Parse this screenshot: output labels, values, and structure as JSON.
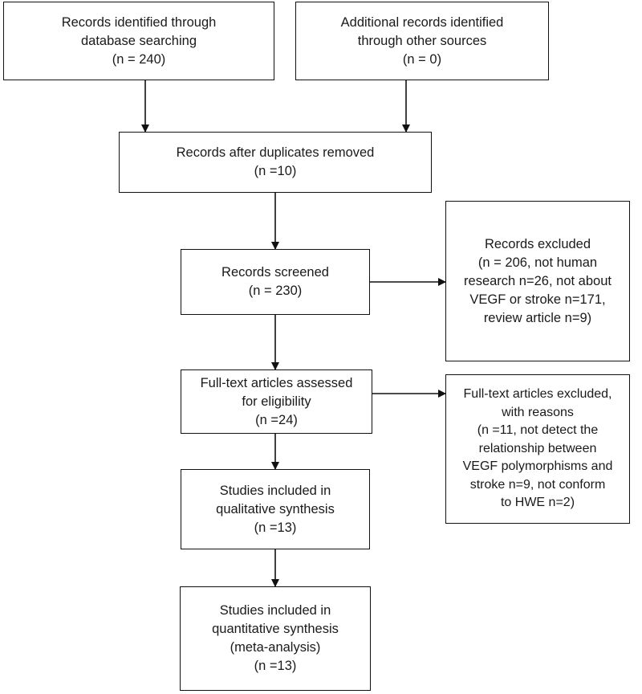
{
  "boxes": {
    "identified_db": {
      "lines": [
        "Records identified through",
        "database searching",
        "(n = 240)"
      ]
    },
    "identified_other": {
      "lines": [
        "Additional records identified",
        "through other sources",
        "(n = 0)"
      ]
    },
    "after_duplicates": {
      "lines": [
        "Records after duplicates removed",
        "(n =10)"
      ]
    },
    "screened": {
      "lines": [
        "Records screened",
        "(n = 230)"
      ]
    },
    "excluded": {
      "lines": [
        "Records excluded",
        "(n = 206, not human",
        "research n=26, not about",
        "VEGF or stroke n=171,",
        "review article n=9)"
      ]
    },
    "fulltext_assessed": {
      "lines": [
        "Full-text articles assessed",
        "for eligibility",
        "(n =24)"
      ]
    },
    "fulltext_excluded": {
      "lines": [
        "Full-text articles excluded,",
        "with reasons",
        "(n =11, not detect the",
        "relationship between",
        "VEGF polymorphisms and",
        "stroke n=9, not conform",
        "to HWE n=2)"
      ]
    },
    "qualitative": {
      "lines": [
        "Studies included in",
        "qualitative synthesis",
        "(n =13)"
      ]
    },
    "quantitative": {
      "lines": [
        "Studies included in",
        "quantitative synthesis",
        "(meta-analysis)",
        "(n =13)"
      ]
    }
  }
}
